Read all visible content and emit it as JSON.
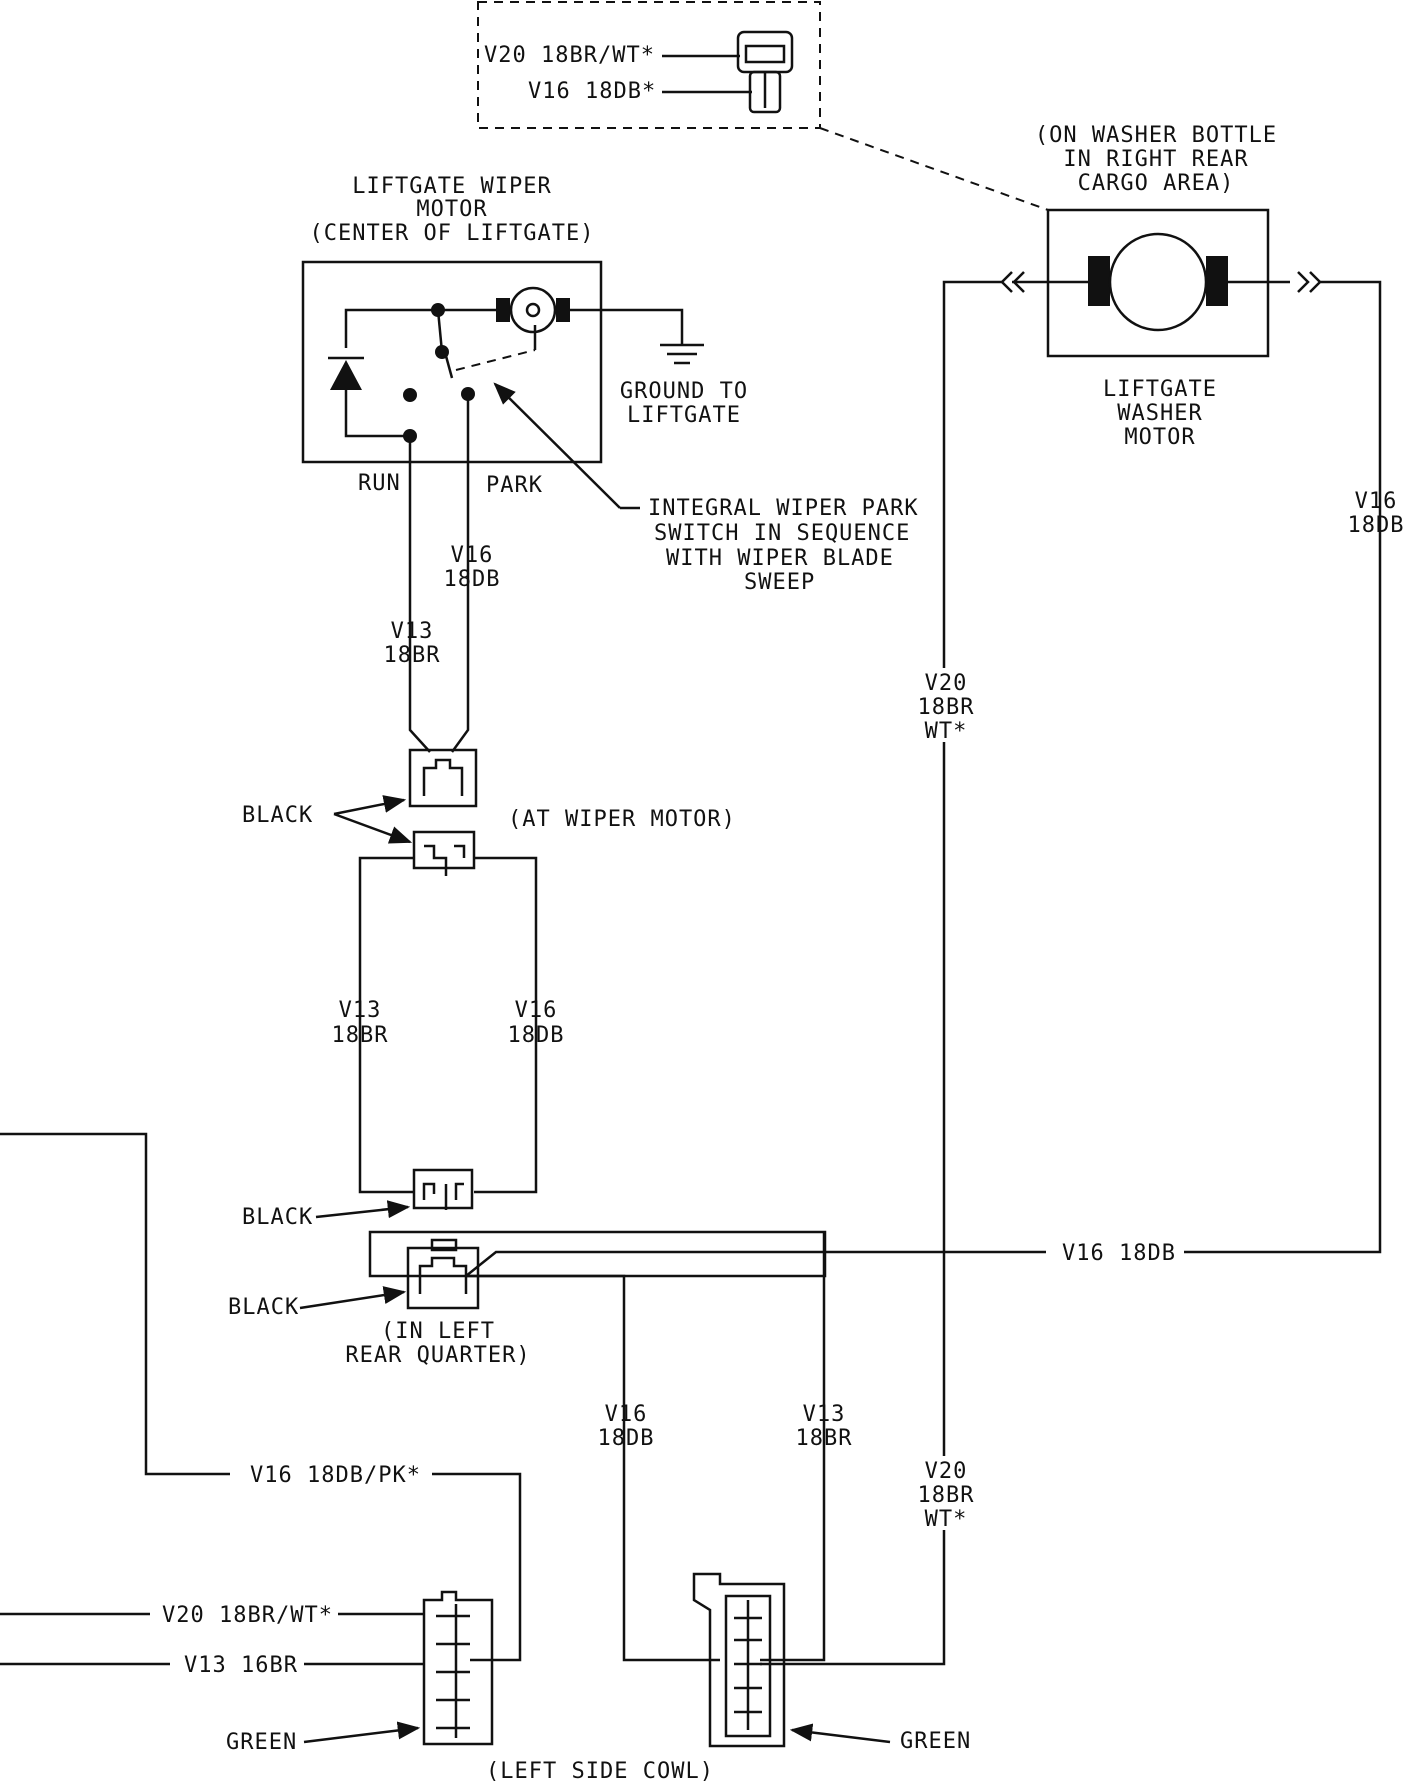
{
  "optional_connector": {
    "wire_top": "V20 18BR/WT*",
    "wire_bottom": "V16 18DB*"
  },
  "wiper_motor": {
    "title_line1": "LIFTGATE WIPER",
    "title_line2": "MOTOR",
    "title_line3": "(CENTER OF LIFTGATE)",
    "run_label": "RUN",
    "park_label": "PARK",
    "ground_line1": "GROUND TO",
    "ground_line2": "LIFTGATE",
    "park_switch_line1": "INTEGRAL WIPER PARK",
    "park_switch_line2": "SWITCH IN SEQUENCE",
    "park_switch_line3": "WITH WIPER BLADE",
    "park_switch_line4": "SWEEP"
  },
  "washer_motor": {
    "location_line1": "(ON WASHER BOTTLE",
    "location_line2": "IN RIGHT REAR",
    "location_line3": "CARGO AREA)",
    "name_line1": "LIFTGATE",
    "name_line2": "WASHER",
    "name_line3": "MOTOR"
  },
  "wires": {
    "v16_circuit": "V16",
    "v16_gauge": "18DB",
    "v13_circuit": "V13",
    "v13_gauge": "18BR",
    "v20_circuit": "V20",
    "v20_gauge": "18BR",
    "v20_tracer": "WT*",
    "v16_horizontal": "V16 18DB",
    "v16_pk": "V16 18DB/PK*",
    "v20_left": "V20 18BR/WT*",
    "v13_left": "V13 16BR"
  },
  "connectors": {
    "black": "BLACK",
    "green": "GREEN",
    "at_wiper_motor": "(AT WIPER MOTOR)",
    "left_rear_quarter_line1": "(IN LEFT",
    "left_rear_quarter_line2": "REAR QUARTER)",
    "left_side_cowl": "(LEFT SIDE COWL)"
  }
}
